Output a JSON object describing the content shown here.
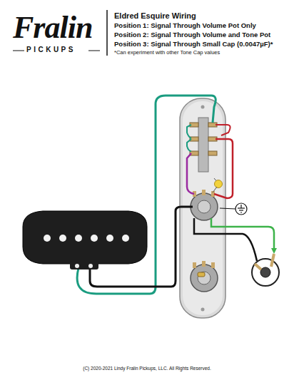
{
  "diagram": {
    "title": "Eldred Esquire Wiring",
    "labels": [
      "Fralin",
      "PICKUPS",
      "Position 1: Signal Through Volume Pot Only",
      "Position 2: Signal Through Volume and Tone Pot",
      "Position 3: Signal Through Small Cap (0.0047µF)*",
      "*Can experiment with other Tone Cap values",
      "(C) 2020-2021 Lindy Fralin Pickups, LLC. All Rights Reserved."
    ]
  }
}
